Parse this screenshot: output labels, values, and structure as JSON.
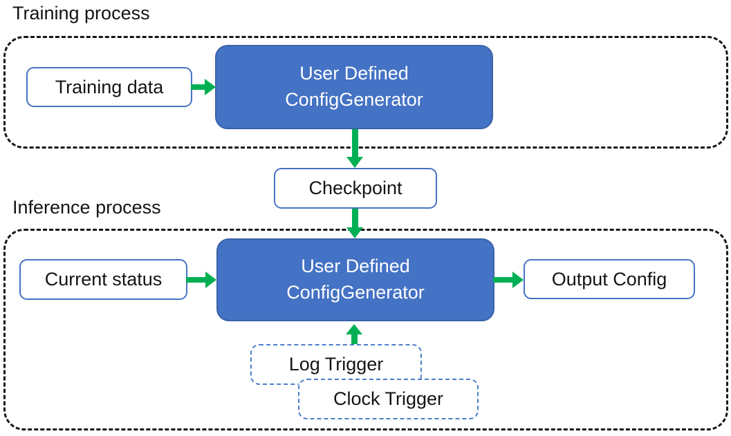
{
  "colors": {
    "accent_blue": "#4472C4",
    "blue_border": "#3A62A8",
    "outline_blue": "#4472C4",
    "trigger_blue": "#4A7DC9",
    "green": "#00AF54",
    "text_dark": "#141414"
  },
  "training": {
    "title": "Training process",
    "input_box": "Training data",
    "generator": {
      "line1": "User Defined",
      "line2": "ConfigGenerator"
    }
  },
  "checkpoint": {
    "label": "Checkpoint"
  },
  "inference": {
    "title": "Inference process",
    "input_box": "Current status",
    "generator": {
      "line1": "User Defined",
      "line2": "ConfigGenerator"
    },
    "output_box": "Output Config",
    "triggers": {
      "log": "Log Trigger",
      "clock": "Clock Trigger"
    }
  }
}
